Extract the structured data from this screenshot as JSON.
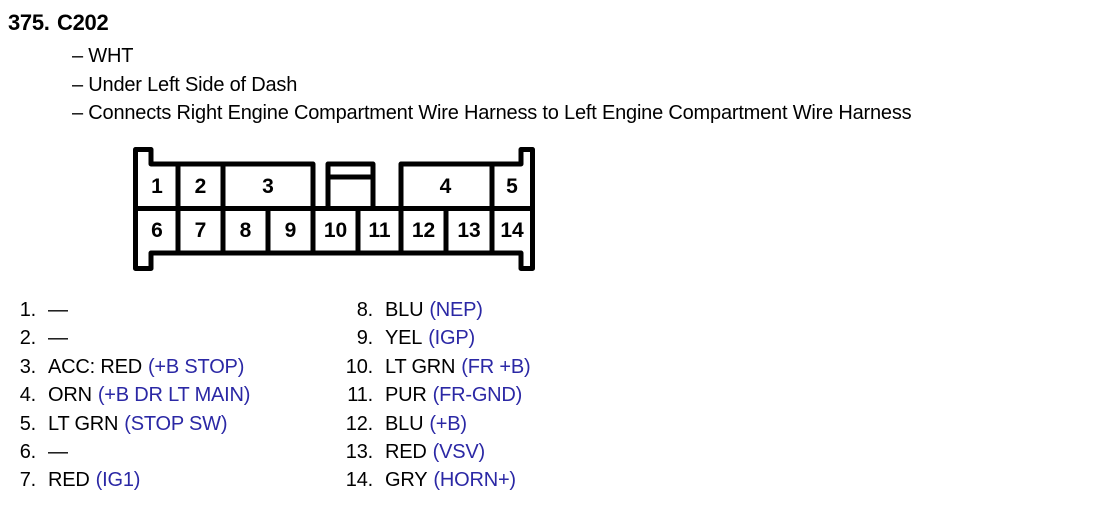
{
  "header": {
    "index": "375.",
    "title": "C202"
  },
  "details": [
    "– WHT",
    "– Under Left Side of Dash",
    "– Connects Right Engine Compartment Wire Harness to Left Engine Compartment Wire Harness"
  ],
  "connector": {
    "pins": [
      "1",
      "2",
      "3",
      "4",
      "5",
      "6",
      "7",
      "8",
      "9",
      "10",
      "11",
      "12",
      "13",
      "14"
    ]
  },
  "pin_list": {
    "left": [
      {
        "num": "1.",
        "wire": "—",
        "signal": ""
      },
      {
        "num": "2.",
        "wire": "—",
        "signal": ""
      },
      {
        "num": "3.",
        "wire": "ACC: RED",
        "signal": "(+B STOP)"
      },
      {
        "num": "4.",
        "wire": "ORN",
        "signal": "(+B DR LT MAIN)"
      },
      {
        "num": "5.",
        "wire": "LT GRN",
        "signal": "(STOP SW)"
      },
      {
        "num": "6.",
        "wire": "—",
        "signal": ""
      },
      {
        "num": "7.",
        "wire": "RED",
        "signal": "(IG1)"
      }
    ],
    "right": [
      {
        "num": "8.",
        "wire": "BLU",
        "signal": "(NEP)"
      },
      {
        "num": "9.",
        "wire": "YEL",
        "signal": "(IGP)"
      },
      {
        "num": "10.",
        "wire": "LT GRN",
        "signal": "(FR +B)"
      },
      {
        "num": "11.",
        "wire": "PUR",
        "signal": "(FR-GND)"
      },
      {
        "num": "12.",
        "wire": "BLU",
        "signal": "(+B)"
      },
      {
        "num": "13.",
        "wire": "RED",
        "signal": "(VSV)"
      },
      {
        "num": "14.",
        "wire": "GRY",
        "signal": "(HORN+)"
      }
    ]
  },
  "colors": {
    "text_black": "#000000",
    "signal_blue": "#2b28a5",
    "background": "#ffffff"
  }
}
